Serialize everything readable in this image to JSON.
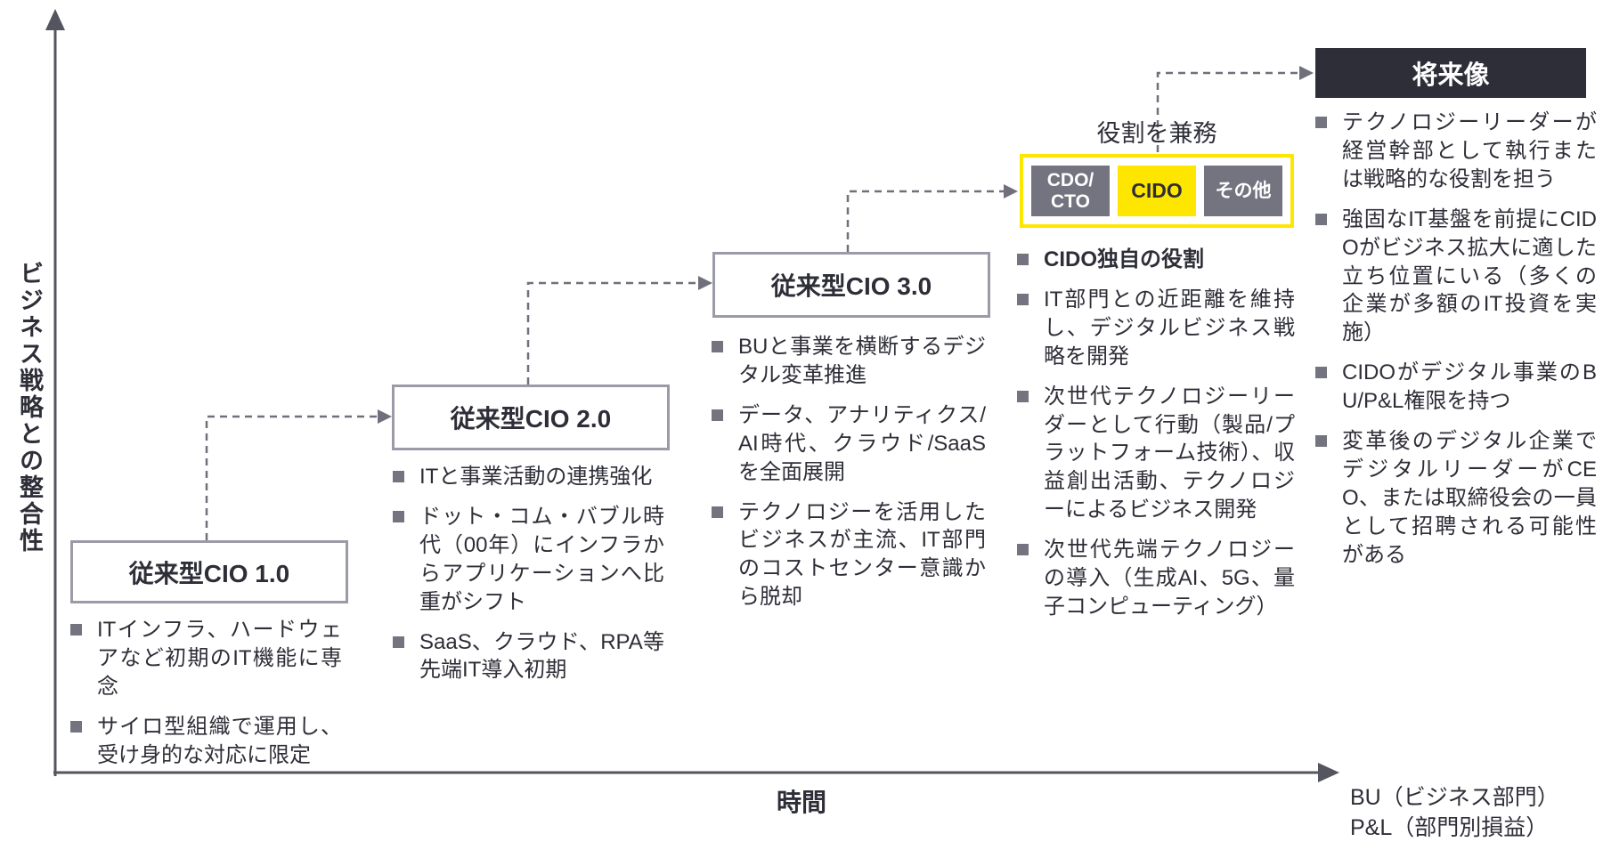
{
  "axes": {
    "y_label": "ビジネス戦略との整合性",
    "x_label": "時間"
  },
  "footnote": {
    "bu": "BU（ビジネス部門）",
    "pl": "P&L（部門別損益）"
  },
  "colors": {
    "accent_yellow": "#FFE600",
    "dark": "#2E2E38",
    "gray": "#747480",
    "box_border_gray": "#9B9BA7"
  },
  "stages": [
    {
      "title": "従来型CIO 1.0",
      "bullets": [
        {
          "text": "ITインフラ、ハードウェアなど初期のIT機能に専念"
        },
        {
          "text": "サイロ型組織で運用し、受け身的な対応に限定"
        }
      ]
    },
    {
      "title": "従来型CIO 2.0",
      "bullets": [
        {
          "text": "ITと事業活動の連携強化"
        },
        {
          "text": "ドット・コム・バブル時代（00年）にインフラからアプリケーションへ比重がシフト"
        },
        {
          "text": "SaaS、クラウド、RPA等先端IT導入初期"
        }
      ]
    },
    {
      "title": "従来型CIO 3.0",
      "bullets": [
        {
          "text": "BUと事業を横断するデジタル変革推進"
        },
        {
          "text": "データ、アナリティクス/AI時代、クラウド/SaaSを全面展開"
        },
        {
          "text": "テクノロジーを活用したビジネスが主流、IT部門のコストセンター意識から脱却"
        }
      ]
    },
    {
      "roles_label": "役割を兼務",
      "roles": [
        "CDO/\nCTO",
        "CIDO",
        "その他"
      ],
      "bullets": [
        {
          "text": "CIDO独自の役割",
          "bold": true
        },
        {
          "text": "IT部門との近距離を維持し、デジタルビジネス戦略を開発"
        },
        {
          "text": "次世代テクノロジーリーダーとして行動（製品/プラットフォーム技術）、収益創出活動、テクノロジーによるビジネス開発"
        },
        {
          "text": "次世代先端テクノロジーの導入（生成AI、5G、量子コンピューティング）"
        }
      ]
    },
    {
      "title": "将来像",
      "bullets": [
        {
          "text": "テクノロジーリーダーが経営幹部として執行または戦略的な役割を担う"
        },
        {
          "text": "強固なIT基盤を前提にCIDOがビジネス拡大に適した立ち位置にいる（多くの企業が多額のIT投資を実施）"
        },
        {
          "text": "CIDOがデジタル事業のBU/P&L権限を持つ"
        },
        {
          "text": "変革後のデジタル企業でデジタルリーダーがCEO、または取締役会の一員として招聘される可能性がある"
        }
      ]
    }
  ]
}
